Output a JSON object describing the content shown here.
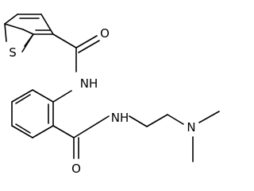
{
  "atom_labels": {
    "thiophene_sulfur": "S",
    "thiophene_carbonyl_oxygen": "O",
    "anilide_nh": "NH",
    "benzamide_nh": "NH",
    "benzamide_carbonyl_oxygen": "O",
    "dimethylamino_nitrogen": "N"
  }
}
